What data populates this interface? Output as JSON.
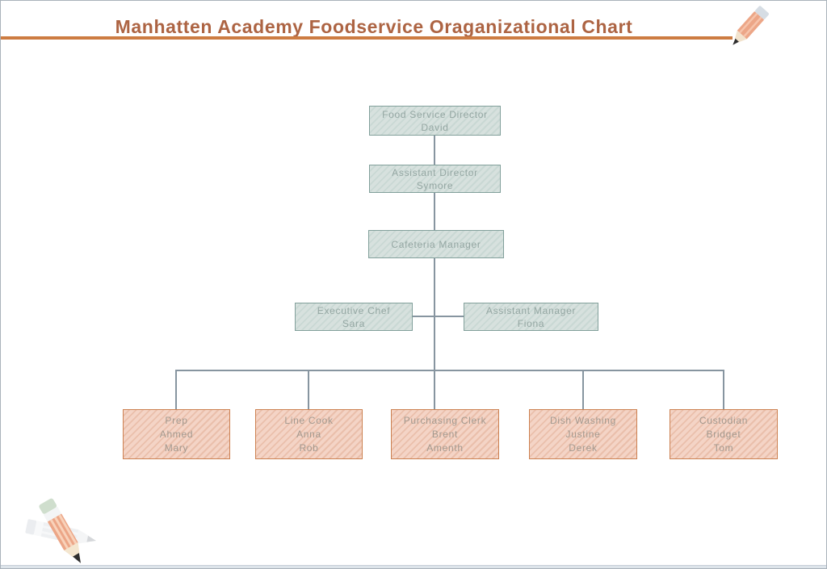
{
  "page": {
    "title": "Manhatten Academy Foodservice Oraganizational Chart"
  },
  "colors": {
    "title_text": "#ad6443",
    "title_underline": "#cd7c42",
    "connector": "#8795a0",
    "green_node_fill": "#d7e1de",
    "green_node_border": "#82a09b",
    "green_node_text": "#94a6a2",
    "pink_node_fill": "#f4d4c6",
    "pink_node_border": "#cc8050",
    "pink_node_text": "#a3998f"
  },
  "icons": {
    "top_right": "pencil-icon",
    "bottom_left": "pencil-icon"
  },
  "org_chart": {
    "nodes": [
      {
        "id": "food-service-director",
        "variant": "green",
        "lines": [
          "Food Service Director",
          "David"
        ]
      },
      {
        "id": "assistant-director",
        "variant": "green",
        "lines": [
          "Assistant Director",
          "Symore"
        ]
      },
      {
        "id": "cafeteria-manager",
        "variant": "green",
        "lines": [
          "Cafeteria Manager"
        ]
      },
      {
        "id": "executive-chef",
        "variant": "green",
        "lines": [
          "Executive Chef",
          "Sara"
        ]
      },
      {
        "id": "assistant-manager",
        "variant": "green",
        "lines": [
          "Assistant Manager",
          "Fiona"
        ]
      },
      {
        "id": "prep",
        "variant": "pink",
        "lines": [
          "Prep",
          "Ahmed",
          "Mary"
        ]
      },
      {
        "id": "line-cook",
        "variant": "pink",
        "lines": [
          "Line Cook",
          "Anna",
          "Rob"
        ]
      },
      {
        "id": "purchasing-clerk",
        "variant": "pink",
        "lines": [
          "Purchasing Clerk",
          "Brent",
          "Amenth"
        ]
      },
      {
        "id": "dish-washing",
        "variant": "pink",
        "lines": [
          "Dish Washing",
          "Justine",
          "Derek"
        ]
      },
      {
        "id": "custodian",
        "variant": "pink",
        "lines": [
          "Custodian",
          "Bridget",
          "Tom"
        ]
      }
    ]
  }
}
